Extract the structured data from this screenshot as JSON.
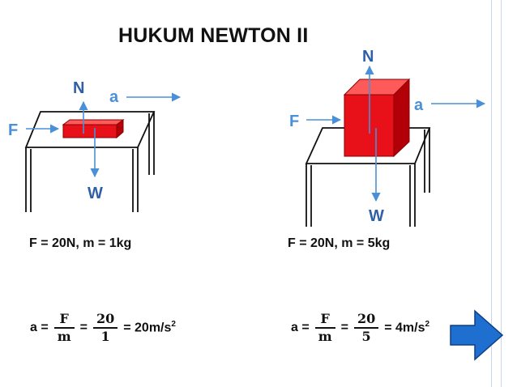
{
  "slide": {
    "title": "HUKUM NEWTON II",
    "accent_color": "#4a90d9",
    "block_color": "#e8111a"
  },
  "left": {
    "labels": {
      "normal": "N",
      "accel": "a",
      "force": "F",
      "weight": "W"
    },
    "given": "F = 20N, m = 1kg",
    "formula": {
      "lhs": "a =",
      "frac1_num": "F",
      "frac1_den": "m",
      "eq": "=",
      "frac2_num": "20",
      "frac2_den": "1",
      "result_prefix": "= 20m/s",
      "result_exp": "2"
    }
  },
  "right": {
    "labels": {
      "normal": "N",
      "accel": "a",
      "force": "F",
      "weight": "W"
    },
    "given": "F = 20N, m = 5kg",
    "formula": {
      "lhs": "a =",
      "frac1_num": "F",
      "frac1_den": "m",
      "eq": "=",
      "frac2_num": "20",
      "frac2_den": "5",
      "result_prefix": "= 4m/s",
      "result_exp": "2"
    }
  },
  "nav": {
    "next_icon": "arrow-right-icon"
  }
}
